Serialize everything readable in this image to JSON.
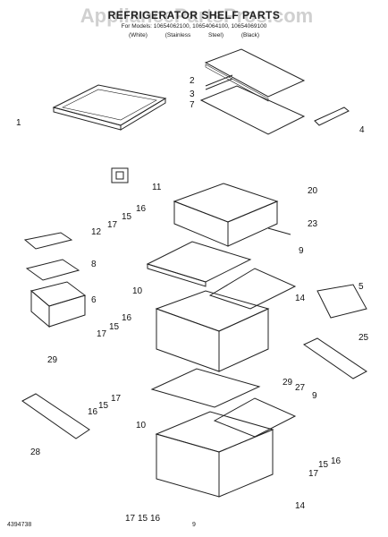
{
  "watermark": "AppliancePartsPros.com",
  "header": {
    "title": "REFRIGERATOR SHELF PARTS",
    "subtitle": "For Models: 10654062100, 10654064100, 10654069100",
    "variants": "(White) (Stainless Steel) (Black)"
  },
  "callouts": [
    "1",
    "2",
    "3",
    "7",
    "4",
    "11",
    "20",
    "23",
    "17",
    "15",
    "16",
    "12",
    "8",
    "9",
    "10",
    "14",
    "6",
    "5",
    "17",
    "15",
    "16",
    "25",
    "29",
    "27",
    "29",
    "17",
    "15",
    "16",
    "9",
    "10",
    "28",
    "17",
    "15",
    "16",
    "14",
    "17",
    "15",
    "16"
  ],
  "footer": {
    "doc_number": "4394738",
    "page": "9"
  }
}
